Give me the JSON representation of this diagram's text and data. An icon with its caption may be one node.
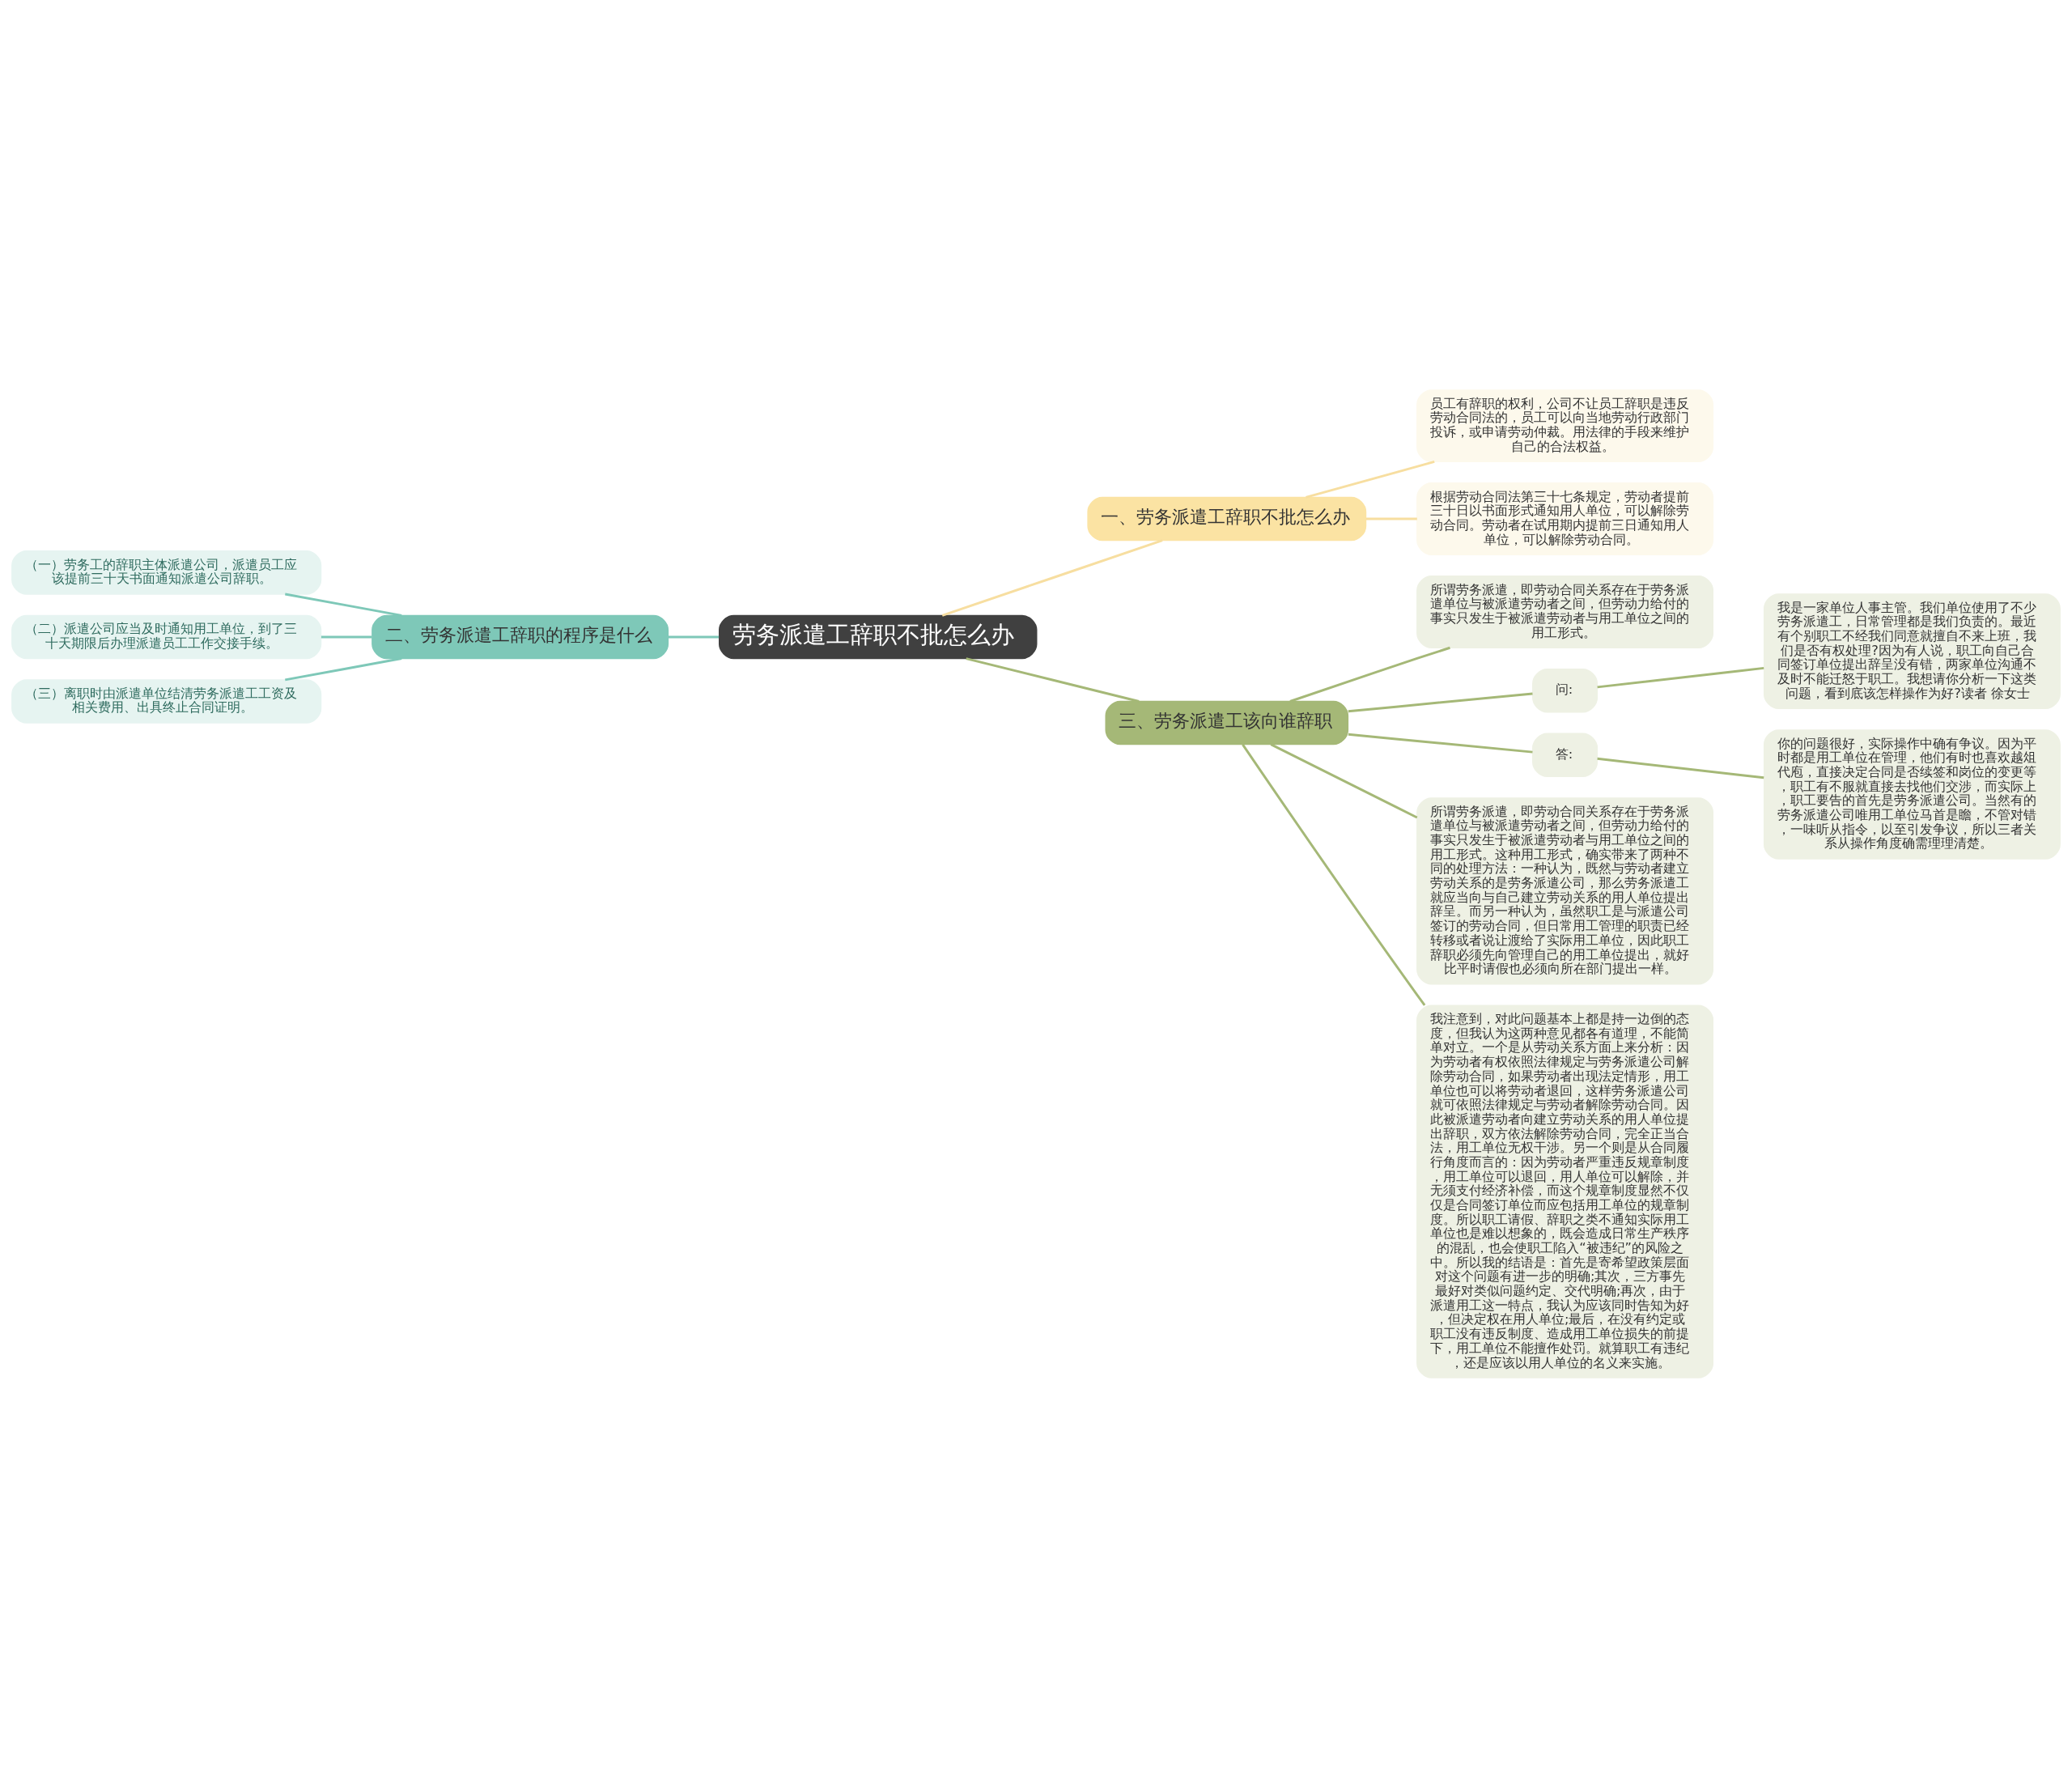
{
  "diagram": {
    "nodes": [
      {
        "text": [
          "劳务派遣工辞职不批怎么办"
        ]
      },
      {
        "text": [
          "一、劳务派遣工辞职不批怎么办"
        ]
      },
      {
        "text": [
          "员工有辞职的权利，公司不让员工辞职是违反劳动合同法的，员工可以向当地劳动行政部门投诉，或申请劳动仲裁。用法律的手段来维护自己的合法权益。"
        ]
      },
      {
        "text": [
          "根据劳动合同法第三十七条规定，劳动者提前三十日以书面形式通知用人单位，可以解除劳动合同。劳动者在试用期内提前三日通知用人单位，可以解除劳动合同。"
        ]
      },
      {
        "text": [
          "二、劳务派遣工辞职的程序是什么"
        ]
      },
      {
        "text": [
          "（一）劳务工的辞职主体派遣公司，派遣员工应该提前三十天书面通知派遣公司辞职。"
        ]
      },
      {
        "text": [
          "（二）派遣公司应当及时通知用工单位，到了三十天期限后办理派遣员工工作交接手续。"
        ]
      },
      {
        "text": [
          "（三）离职时由派遣单位结清劳务派遣工工资及相关费用、出具终止合同证明。"
        ]
      },
      {
        "text": [
          "三、劳务派遣工该向谁辞职"
        ]
      },
      {
        "text": [
          "所谓劳务派遣，即劳动合同关系存在于劳务派遣单位与被派遣劳动者之间，但劳动力给付的事实只发生于被派遣劳动者与用工单位之间的用工形式。"
        ]
      },
      {
        "text": [
          "问:"
        ]
      },
      {
        "text": [
          "我是一家单位人事主管。我们单位使用了不少劳务派遣工，日常管理都是我们负责的。最近有个别职工不经我们同意就擅自不来上班，我们是否有权处理?因为有人说，职工向自己合同签订单位提出辞呈没有错，两家单位沟通不及时不能迁怒于职工。我想请你分析一下这类问题，看到底该怎样操作为好?读者 徐女士"
        ]
      },
      {
        "text": [
          "答:"
        ]
      },
      {
        "text": [
          "你的问题很好，实际操作中确有争议。因为平时都是用工单位在管理，他们有时也喜欢越俎代庖，直接决定合同是否续签和岗位的变更等，职工有不服就直接去找他们交涉，而实际上，职工要告的首先是劳务派遣公司。当然有的劳务派遣公司唯用工单位马首是瞻，不管对错，一味听从指令，以至引发争议，所以三者关系从操作角度确需理理清楚。"
        ]
      },
      {
        "text": [
          "所谓劳务派遣，即劳动合同关系存在于劳务派遣单位与被派遣劳动者之间，但劳动力给付的事实只发生于被派遣劳动者与用工单位之间的用工形式。这种用工形式，确实带来了两种不同的处理方法：一种认为，既然与劳动者建立劳动关系的是劳务派遣公司，那么劳务派遣工就应当向与自己建立劳动关系的用人单位提出辞呈。而另一种认为，虽然职工是与派遣公司签订的劳动合同，但日常用工管理的职责已经转移或者说让渡给了实际用工单位，因此职工辞职必须先向管理自己的用工单位提出，就好比平时请假也必须向所在部门提出一样。"
        ]
      },
      {
        "text": [
          "我注意到，对此问题基本上都是持一边倒的态度，但我认为这两种意见都各有道理，不能简单对立。一个是从劳动关系方面上来分析：因为劳动者有权依照法律规定与劳务派遣公司解除劳动合同，如果劳动者出现法定情形，用工单位也可以将劳动者退回，这样劳务派遣公司就可依照法律规定与劳动者解除劳动合同。因此被派遣劳动者向建立劳动关系的用人单位提出辞职，双方依法解除劳动合同，完全正当合法，用工单位无权干涉。另一个则是从合同履行角度而言的：因为劳动者严重违反规章制度，用工单位可以退回，用人单位可以解除，并无须支付经济补偿，而这个规章制度显然不仅仅是合同签订单位而应包括用工单位的规章制度。所以职工请假、辞职之类不通知实际用工单位也是难以想象的，既会造成日常生产秩序的混乱，也会使职工陷入“被违纪”的风险之中。所以我的结语是：首先是寄希望政策层面对这个问题有进一步的明确;其次，三方事先最好对类似问题约定、交代明确;再次，由于派遣用工这一特点，我认为应该同时告知为好，但决定权在用人单位;最后，在没有约定或职工没有违反制度、造成用工单位损失的前提下，用工单位不能擅作处罚。就算职工有违纪，还是应该以用人单位的名义来实施。"
        ]
      }
    ],
    "edges": [
      {
        "from": 0,
        "to": 1,
        "arrow": "none",
        "color": "#f7dea0"
      },
      {
        "from": 1,
        "to": 2,
        "arrow": "none",
        "color": "#f7dea0"
      },
      {
        "from": 1,
        "to": 3,
        "arrow": "none",
        "color": "#f7dea0"
      },
      {
        "from": 0,
        "to": 4,
        "arrow": "none",
        "color": "#7ec8b8"
      },
      {
        "from": 4,
        "to": 5,
        "arrow": "none",
        "color": "#7ec8b8"
      },
      {
        "from": 4,
        "to": 6,
        "arrow": "none",
        "color": "#7ec8b8"
      },
      {
        "from": 4,
        "to": 7,
        "arrow": "none",
        "color": "#7ec8b8"
      },
      {
        "from": 0,
        "to": 8,
        "arrow": "none"
      },
      {
        "from": 8,
        "to": 9,
        "arrow": "none"
      },
      {
        "from": 8,
        "to": 10,
        "arrow": "none"
      },
      {
        "from": 10,
        "to": 11,
        "arrow": "none"
      },
      {
        "from": 8,
        "to": 12,
        "arrow": "none"
      },
      {
        "from": 12,
        "to": 13,
        "arrow": "none"
      },
      {
        "from": 8,
        "to": 14,
        "arrow": "none"
      },
      {
        "from": 8,
        "to": 15,
        "arrow": "none"
      }
    ]
  }
}
